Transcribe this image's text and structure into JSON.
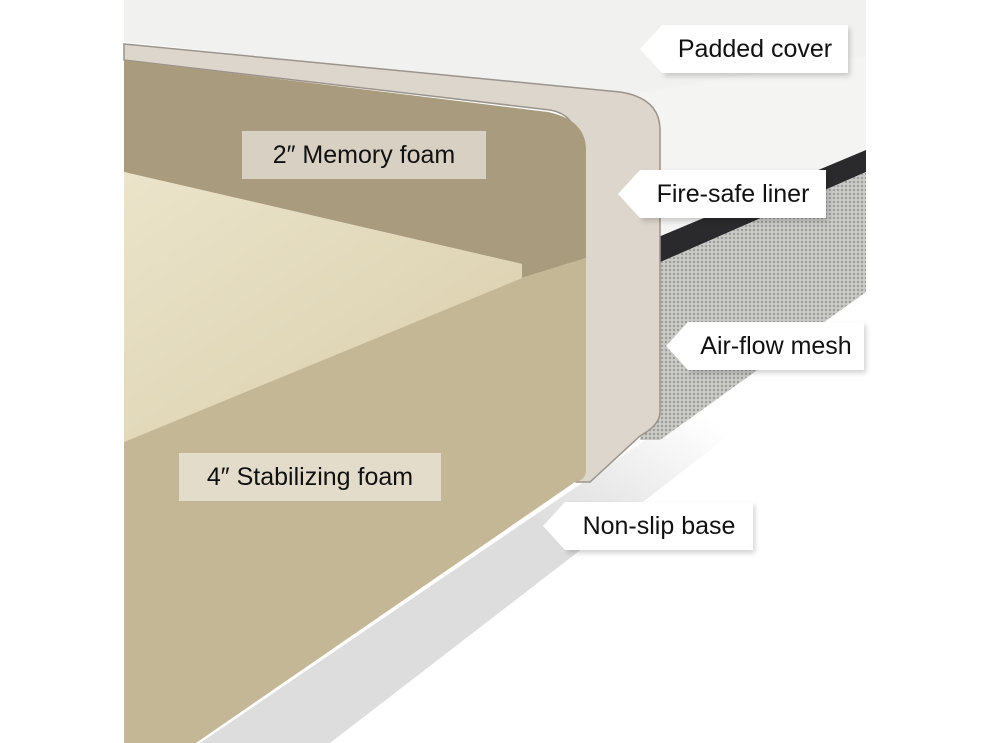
{
  "labels": {
    "padded_cover": "Padded cover",
    "fire_safe_liner": "Fire-safe liner",
    "memory_foam": "2″ Memory foam",
    "air_flow_mesh": "Air-flow mesh",
    "stabilizing_foam": "4″ Stabilizing foam",
    "non_slip_base": "Non-slip base"
  },
  "colors": {
    "memory_foam": "#a99b7d",
    "stabilizing_top": "#e4dbbd",
    "stabilizing_face": "#c3b796",
    "liner": "#ddd6cc",
    "mesh": "#b9b9b6",
    "band": "#2a2a2c",
    "cover": "#f1f1f0"
  }
}
